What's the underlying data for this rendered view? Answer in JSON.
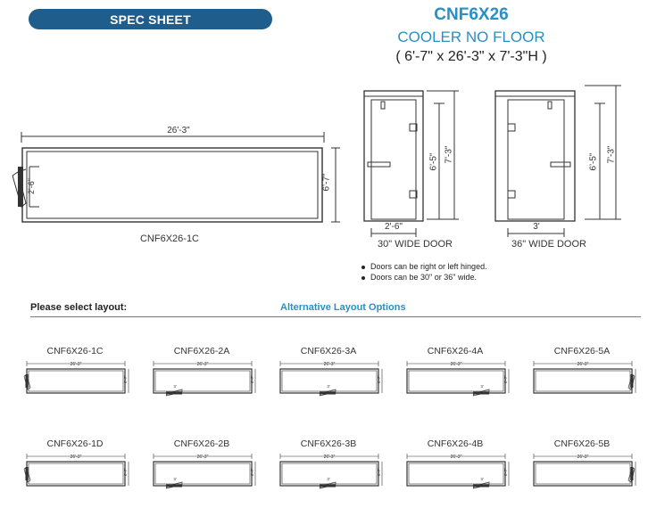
{
  "header": {
    "spec_sheet": "SPEC SHEET",
    "model": "CNF6X26",
    "subtitle": "COOLER NO FLOOR",
    "dimensions": "( 6'-7\" x 26'-3\" x 7'-3\"H )"
  },
  "plan": {
    "length": "26'-3\"",
    "width": "6'-7\"",
    "door": "2'-6\"",
    "label": "CNF6X26-1C"
  },
  "elevations": [
    {
      "width_label": "2'-6\"",
      "door_height": "6'-5\"",
      "total_height": "7'-3\"",
      "caption": "30\" WIDE DOOR"
    },
    {
      "width_label": "3'",
      "door_height": "6'-5\"",
      "total_height": "7'-3\"",
      "caption": "36\" WIDE DOOR"
    }
  ],
  "notes": [
    "Doors can be right or left hinged.",
    "Doors can be 30\" or 36\" wide."
  ],
  "layout_section": {
    "select_label": "Please select layout:",
    "alt_label": "Alternative Layout Options"
  },
  "thumb_dims": {
    "length": "26'-3\"",
    "width": "6'-7\"",
    "door": "3'"
  },
  "layouts": [
    {
      "name": "CNF6X26-1C",
      "door": "left"
    },
    {
      "name": "CNF6X26-2A",
      "door": "bottom-left"
    },
    {
      "name": "CNF6X26-3A",
      "door": "bottom-center"
    },
    {
      "name": "CNF6X26-4A",
      "door": "bottom-right"
    },
    {
      "name": "CNF6X26-5A",
      "door": "right"
    },
    {
      "name": "CNF6X26-1D",
      "door": "left"
    },
    {
      "name": "CNF6X26-2B",
      "door": "bottom-left"
    },
    {
      "name": "CNF6X26-3B",
      "door": "bottom-center"
    },
    {
      "name": "CNF6X26-4B",
      "door": "bottom-right"
    },
    {
      "name": "CNF6X26-5B",
      "door": "right"
    }
  ]
}
